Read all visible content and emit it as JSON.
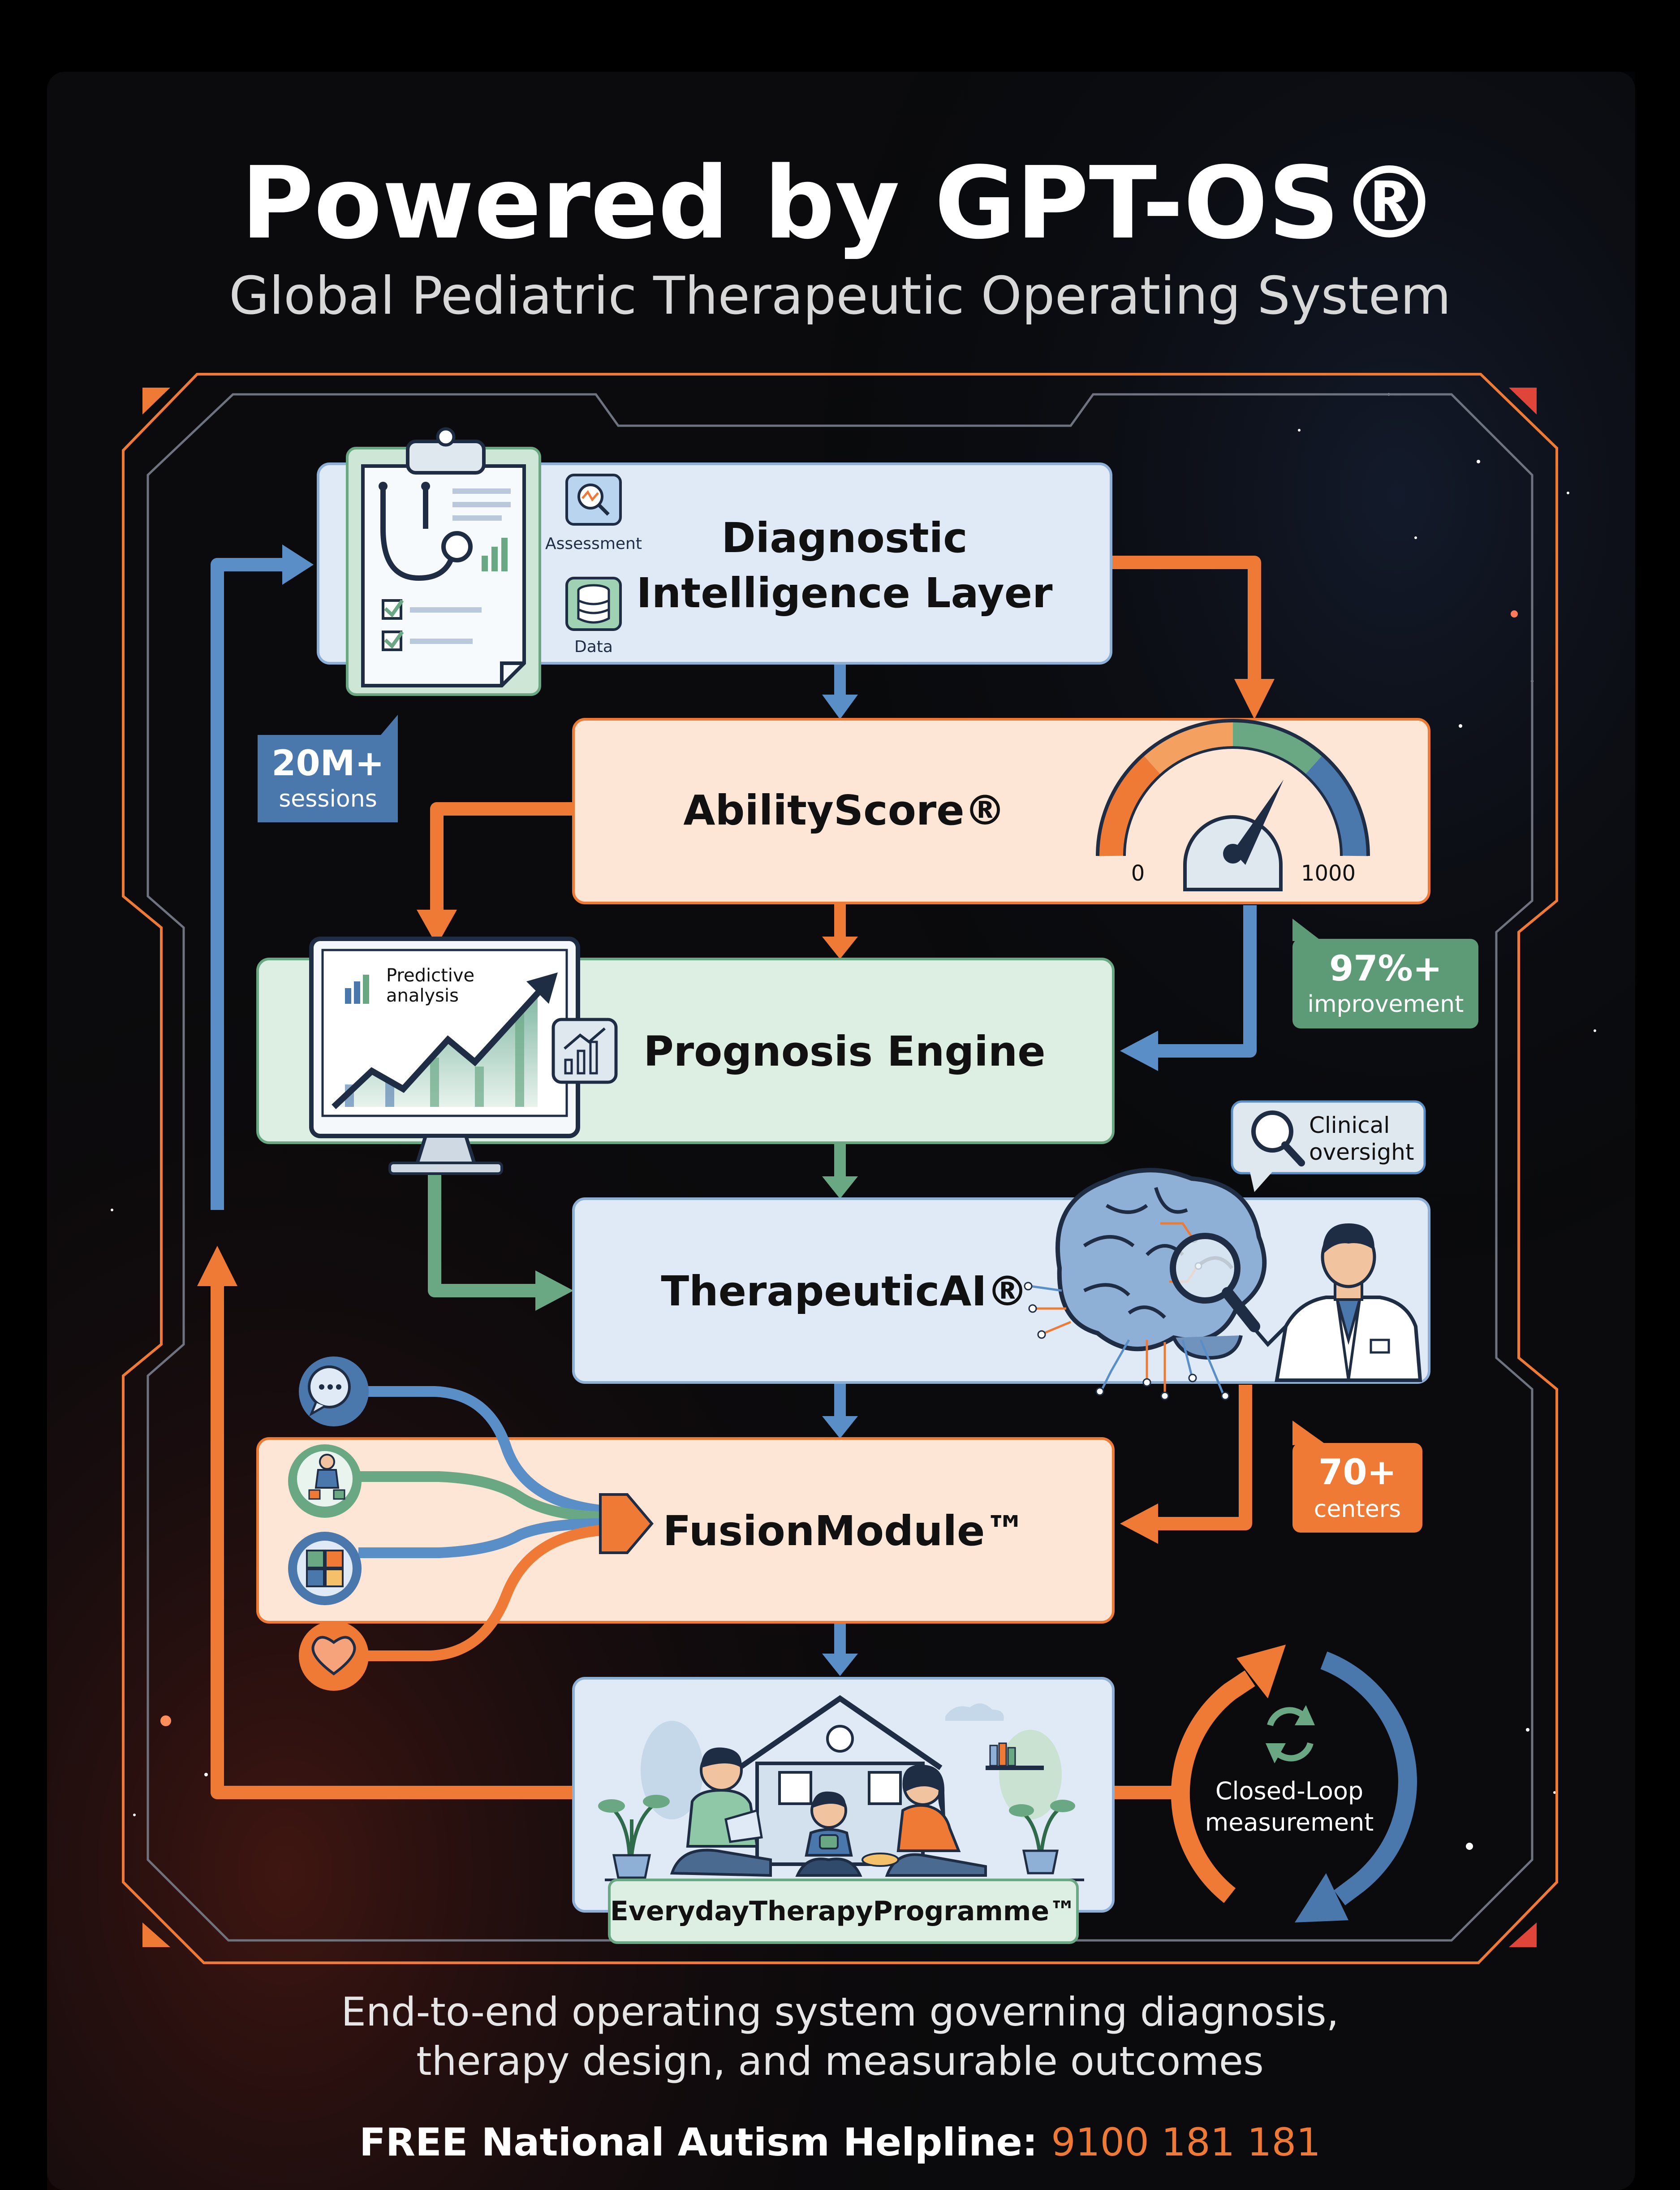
{
  "header": {
    "title": "Powered by GPT-OS®",
    "subtitle": "Global Pediatric Therapeutic Operating System"
  },
  "layers": {
    "diagnostic": {
      "title_line1": "Diagnostic",
      "title_line2": "Intelligence Layer",
      "icon_assessment_label": "Assessment",
      "icon_data_label": "Data"
    },
    "abilityscore": {
      "title": "AbilityScore®",
      "gauge_min": "0",
      "gauge_max": "1000",
      "gauge_level": 0.8
    },
    "prognosis": {
      "title": "Prognosis Engine",
      "chart_label_line1": "Predictive",
      "chart_label_line2": "analysis"
    },
    "therapeutic": {
      "title": "TherapeuticAI®",
      "callout_line1": "Clinical",
      "callout_line2": "oversight"
    },
    "fusion": {
      "title": "FusionModule™"
    },
    "everyday": {
      "title": "EverydayTherapyProgramme™"
    }
  },
  "badges": {
    "sessions": {
      "value": "20M+",
      "label": "sessions"
    },
    "improvement": {
      "value": "97%+",
      "label": "improvement"
    },
    "centers": {
      "value": "70+",
      "label": "centers"
    }
  },
  "loop": {
    "line1": "Closed-Loop",
    "line2": "measurement"
  },
  "footer": {
    "description_line1": "End-to-end operating system governing diagnosis,",
    "description_line2": "therapy design, and measurable outcomes",
    "helpline_label": "FREE National Autism Helpline: ",
    "helpline_number": "9100 181 181"
  },
  "colors": {
    "orange": "#ef7a35",
    "blue": "#5a8ec7",
    "green": "#6aa884",
    "light_blue_box": "#dfeaf6",
    "peach_box": "#fde6d5",
    "mint_box": "#ddeee2",
    "dark_navy": "#1f2d44"
  },
  "icons": [
    "clipboard-stethoscope-icon",
    "chart-search-icon",
    "database-icon",
    "speedometer-gauge-icon",
    "monitor-chart-icon",
    "bar-chart-icon",
    "brain-icon",
    "magnifier-icon",
    "doctor-icon",
    "chat-bubble-icon",
    "child-play-icon",
    "puzzle-icon",
    "heart-icon",
    "family-home-icon",
    "refresh-icon"
  ]
}
